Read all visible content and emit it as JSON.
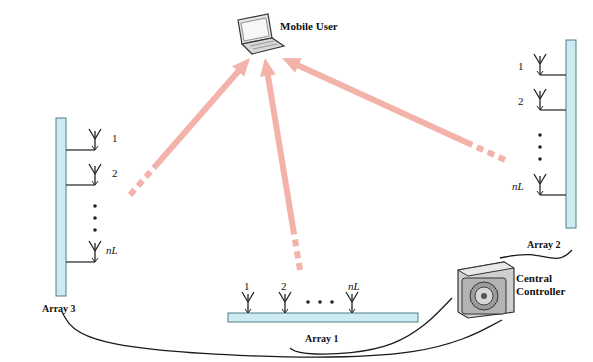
{
  "diagram": {
    "nodes": [
      {
        "text": [
          "Mobile User"
        ]
      },
      {
        "text": [
          "Array 3"
        ]
      },
      {
        "text": [
          "Array 1"
        ]
      },
      {
        "text": [
          "Array 2"
        ]
      },
      {
        "text": [
          "Central Controller"
        ]
      }
    ],
    "edges": [
      {
        "from": 1,
        "to": 0,
        "arrow": "to"
      },
      {
        "from": 2,
        "to": 0,
        "arrow": "to"
      },
      {
        "from": 3,
        "to": 0,
        "arrow": "to"
      },
      {
        "from": 2,
        "to": 4,
        "arrow": "none"
      },
      {
        "from": 3,
        "to": 4,
        "arrow": "none"
      },
      {
        "from": 1,
        "to": 4,
        "arrow": "none"
      }
    ],
    "labels": [
      "1",
      "2",
      "nL",
      "1",
      "2",
      "nL",
      "1",
      "2",
      "nL"
    ]
  }
}
